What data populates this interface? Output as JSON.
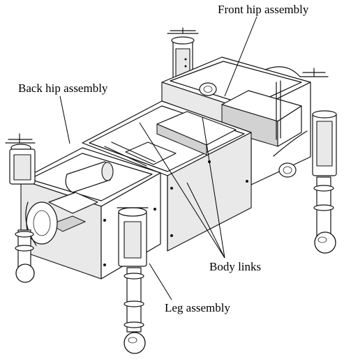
{
  "labels": {
    "front_hip": "Front hip assembly",
    "back_hip": "Back hip assembly",
    "body_links": "Body links",
    "leg": "Leg assembly"
  }
}
